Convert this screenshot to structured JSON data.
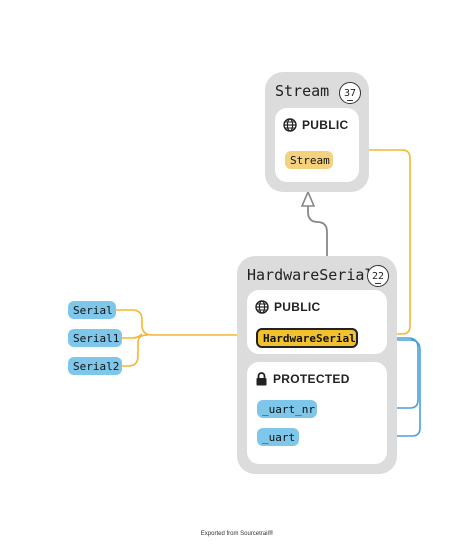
{
  "stream_card": {
    "title": "Stream",
    "count": "37",
    "public_label": "PUBLIC",
    "stream_node": "Stream"
  },
  "hardware_card": {
    "title": "HardwareSerial",
    "count": "22",
    "public_label": "PUBLIC",
    "hardware_node": "HardwareSerial",
    "protected_label": "PROTECTED",
    "uart_nr_node": "_uart_nr",
    "uart_node": "_uart"
  },
  "external_nodes": [
    "Serial",
    "Serial1",
    "Serial2"
  ],
  "footer": "Exported from Sourcetrail®",
  "colors": {
    "call_edge": "#f4b731",
    "member_edge": "#4a9fd8",
    "inheritance_edge": "#888888",
    "card_bg": "#dcdcdc",
    "blue_node": "#7ec6ea",
    "yellow_node": "#f4d27d",
    "focus_node": "#f2c12e"
  }
}
